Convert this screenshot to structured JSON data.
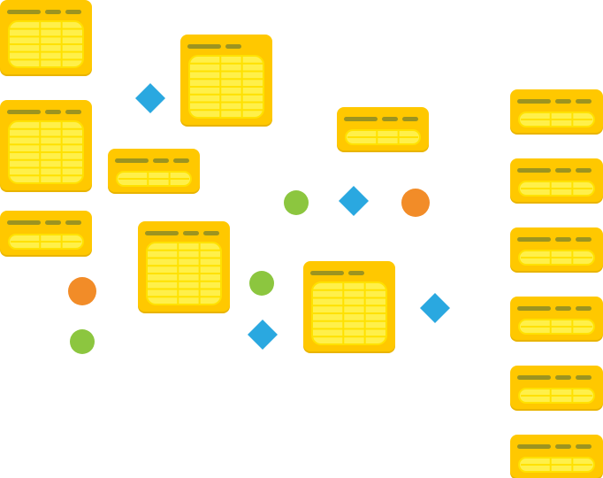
{
  "colors": {
    "card": "#FFC800",
    "card_shadow": "#E9B400",
    "header_bar": "#9C9420",
    "table_fill": "#FFF04A",
    "table_line": "#FFE100",
    "diamond": "#2AA8E0",
    "circle_green": "#8CC63F",
    "circle_orange": "#F28C28"
  },
  "cards": [
    {
      "name": "schema-card-left-1",
      "kind": "table",
      "header": "3-bar"
    },
    {
      "name": "schema-card-left-2",
      "kind": "table",
      "header": "3-bar"
    },
    {
      "name": "schema-card-left-3",
      "kind": "pill",
      "header": "3-bar"
    },
    {
      "name": "schema-card-top-middle",
      "kind": "table",
      "header": "2-bar"
    },
    {
      "name": "schema-card-mid-row",
      "kind": "pill",
      "header": "3-bar"
    },
    {
      "name": "schema-card-center",
      "kind": "table",
      "header": "3-bar"
    },
    {
      "name": "schema-card-top-right",
      "kind": "pill",
      "header": "3-bar"
    },
    {
      "name": "schema-card-right-center",
      "kind": "table",
      "header": "2-bar"
    },
    {
      "name": "schema-card-column-1",
      "kind": "pill",
      "header": "3-bar"
    },
    {
      "name": "schema-card-column-2",
      "kind": "pill",
      "header": "3-bar"
    },
    {
      "name": "schema-card-column-3",
      "kind": "pill",
      "header": "3-bar"
    },
    {
      "name": "schema-card-column-4",
      "kind": "pill",
      "header": "3-bar"
    },
    {
      "name": "schema-card-column-5",
      "kind": "pill",
      "header": "3-bar"
    },
    {
      "name": "schema-card-column-6",
      "kind": "pill",
      "header": "3-bar"
    }
  ],
  "connectors": [
    {
      "name": "diamond-connector-1",
      "shape": "diamond"
    },
    {
      "name": "diamond-connector-2",
      "shape": "diamond"
    },
    {
      "name": "diamond-connector-3",
      "shape": "diamond"
    },
    {
      "name": "diamond-connector-4",
      "shape": "diamond"
    },
    {
      "name": "green-circle-connector-1",
      "shape": "circle-green"
    },
    {
      "name": "green-circle-connector-2",
      "shape": "circle-green"
    },
    {
      "name": "green-circle-connector-3",
      "shape": "circle-green"
    },
    {
      "name": "orange-circle-connector-1",
      "shape": "circle-orange"
    },
    {
      "name": "orange-circle-connector-2",
      "shape": "circle-orange"
    }
  ]
}
